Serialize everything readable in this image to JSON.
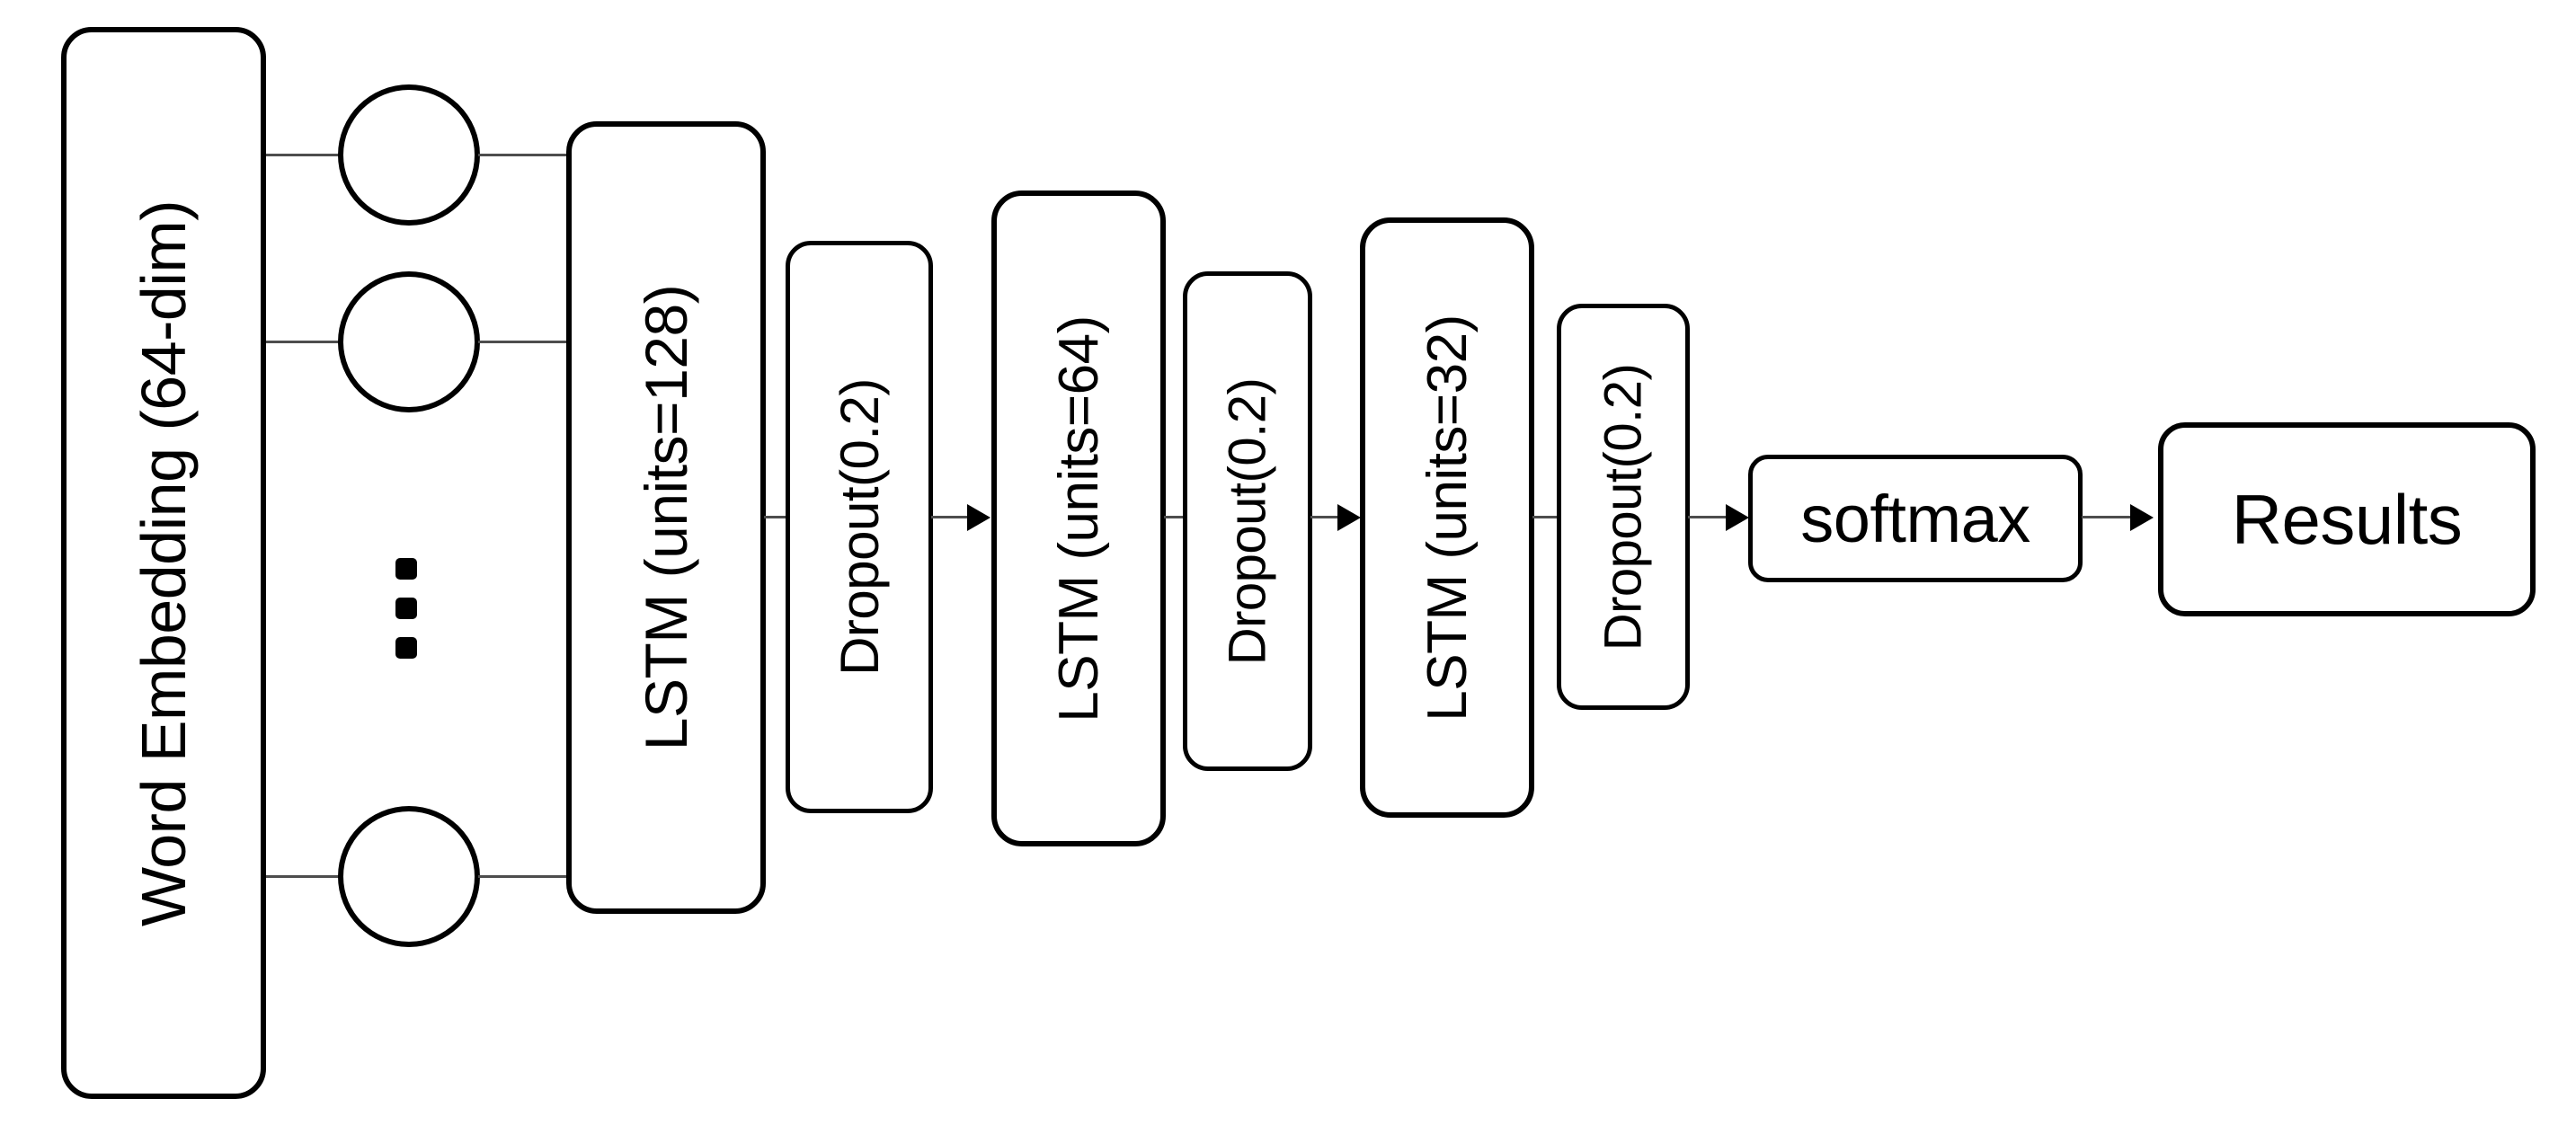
{
  "diagram": {
    "title": "LSTM text classification model architecture",
    "type": "flowchart",
    "background_color": "#ffffff",
    "stroke_color": "#000000",
    "wire_color": "#4d4d4d"
  },
  "nodes": {
    "embedding": {
      "label": "Word Embedding (64-dim)",
      "orientation": "vertical"
    },
    "lstm1": {
      "label": "LSTM (units=128)",
      "orientation": "vertical"
    },
    "dropout1": {
      "label": "Dropout(0.2)",
      "orientation": "vertical"
    },
    "lstm2": {
      "label": "LSTM (units=64)",
      "orientation": "vertical"
    },
    "dropout2": {
      "label": "Dropout(0.2)",
      "orientation": "vertical"
    },
    "lstm3": {
      "label": "LSTM (units=32)",
      "orientation": "vertical"
    },
    "dropout3": {
      "label": "Dropout(0.2)",
      "orientation": "vertical"
    },
    "softmax": {
      "label": "softmax",
      "orientation": "horizontal"
    },
    "results": {
      "label": "Results",
      "orientation": "horizontal"
    }
  },
  "neurons": {
    "count_shown": 3,
    "ellipsis": "vertical-ellipsis-three-dots"
  },
  "connections": [
    {
      "from": "embedding",
      "to": "neuron-1",
      "style": "line"
    },
    {
      "from": "embedding",
      "to": "neuron-2",
      "style": "line"
    },
    {
      "from": "embedding",
      "to": "neuron-3",
      "style": "line"
    },
    {
      "from": "neuron-1",
      "to": "lstm1",
      "style": "line"
    },
    {
      "from": "neuron-2",
      "to": "lstm1",
      "style": "line"
    },
    {
      "from": "neuron-3",
      "to": "lstm1",
      "style": "line"
    },
    {
      "from": "lstm1",
      "to": "dropout1",
      "style": "line"
    },
    {
      "from": "dropout1",
      "to": "lstm2",
      "style": "arrow"
    },
    {
      "from": "lstm2",
      "to": "dropout2",
      "style": "line"
    },
    {
      "from": "dropout2",
      "to": "lstm3",
      "style": "arrow"
    },
    {
      "from": "lstm3",
      "to": "dropout3",
      "style": "line"
    },
    {
      "from": "dropout3",
      "to": "softmax",
      "style": "arrow"
    },
    {
      "from": "softmax",
      "to": "results",
      "style": "arrow"
    }
  ]
}
